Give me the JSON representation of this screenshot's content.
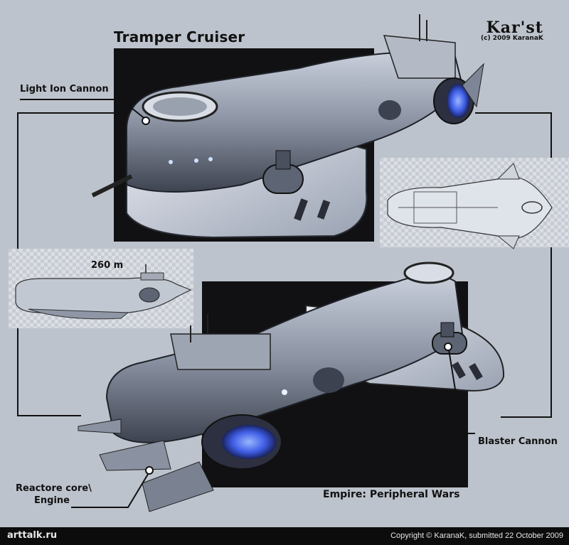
{
  "title": "Tramper Cruiser",
  "brand": {
    "name": "Kar'st",
    "copyright": "(c) 2009 KaranaK"
  },
  "callouts": {
    "light_ion_cannon": "Light Ion Cannon",
    "length": "260 m",
    "blaster_cannon": "Blaster Cannon",
    "reactor_line1": "Reactore core\\",
    "reactor_line2": "Engine"
  },
  "subtitle": "Empire: Peripheral Wars",
  "footer": {
    "site": "arttalk.ru",
    "copyright": "Copyright © KaranaK, submitted 22 October 2009"
  },
  "colors": {
    "background": "#bdc3cc",
    "panel": "#111113",
    "hull": "#8f97a6",
    "engine_glow": "#4a6df0"
  }
}
